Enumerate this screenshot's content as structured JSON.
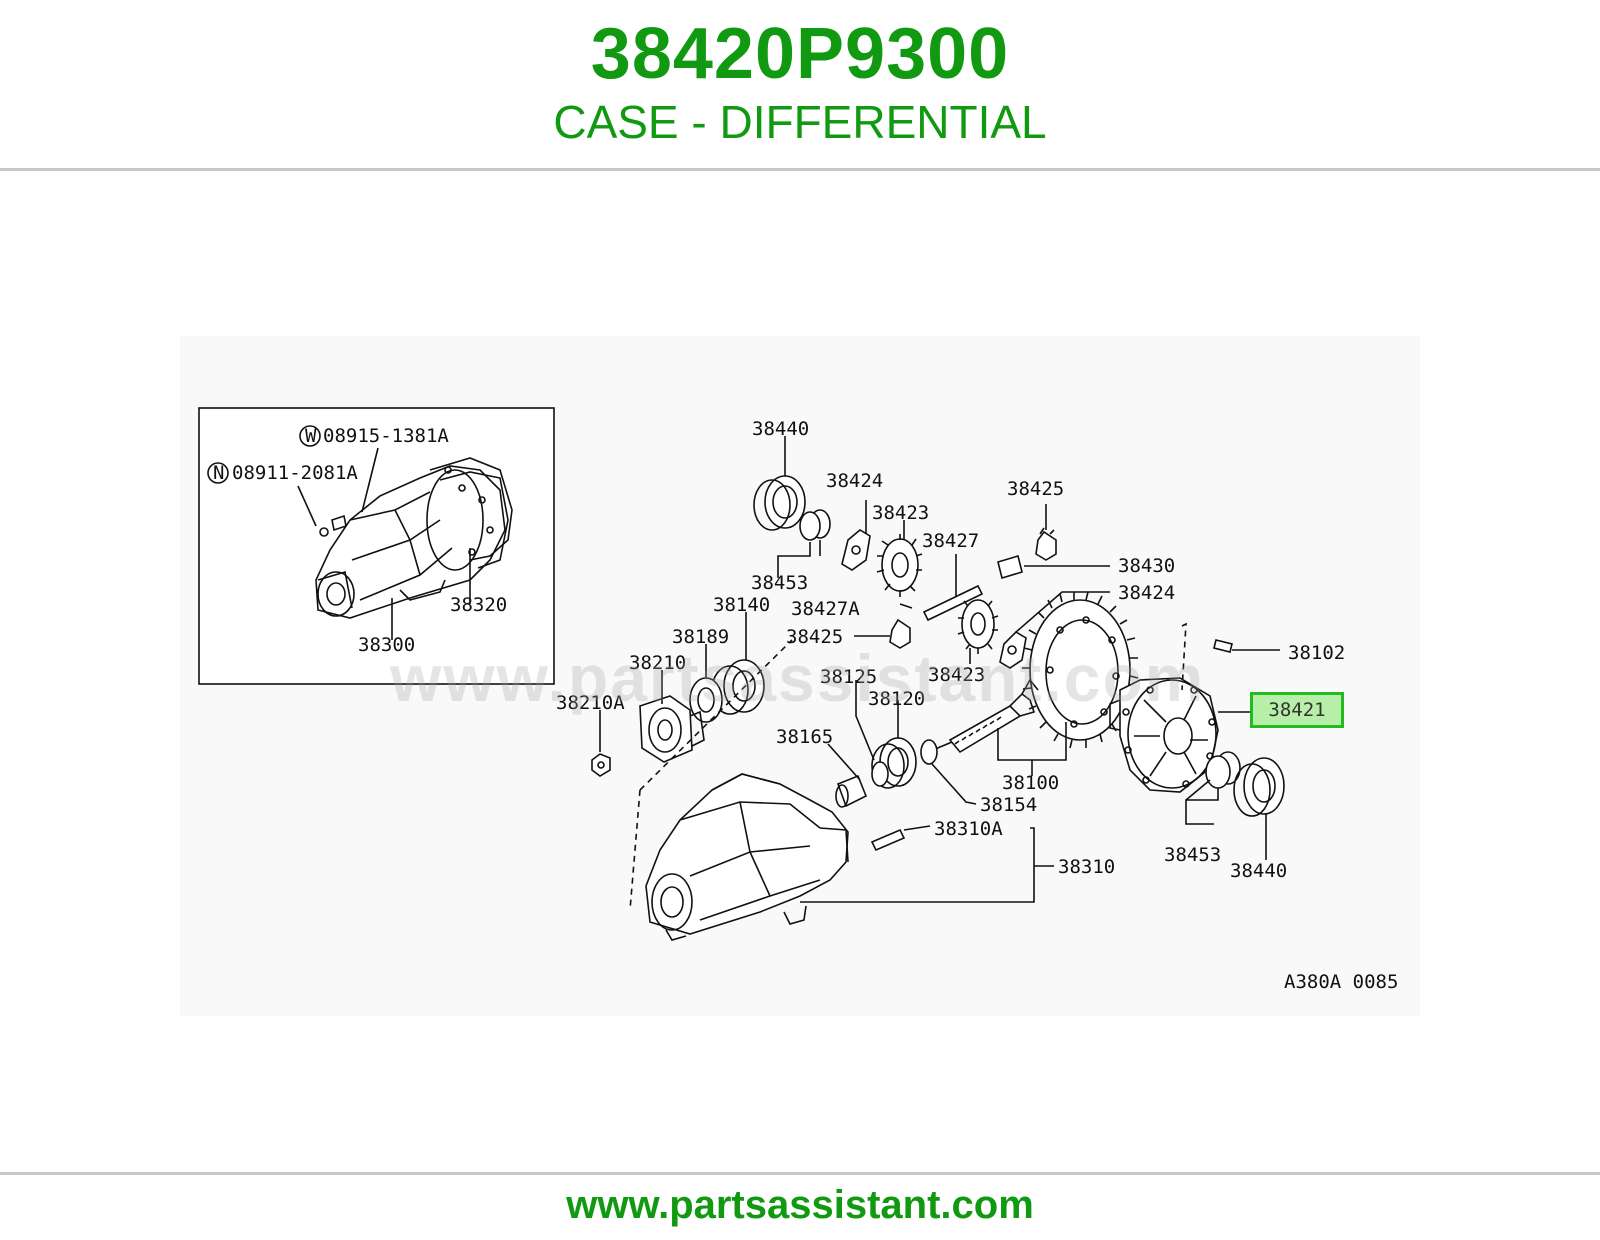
{
  "header": {
    "part_number": "38420P9300",
    "description": "CASE - DIFFERENTIAL"
  },
  "footer": {
    "url": "www.partsassistant.com"
  },
  "watermark": "www.partsassistant.com",
  "highlighted_part": "38421",
  "diagram_code": "A380A 0085",
  "inset": {
    "labels": {
      "bolt_w_code": "08915-1381A",
      "bolt_w_prefix": "W",
      "nut_n_code": "08911-2081A",
      "nut_n_prefix": "N",
      "gasket": "38320",
      "carrier_assembly": "38300"
    }
  },
  "callouts": {
    "bearing_top_left": "38440",
    "side_washer_top": "38424",
    "side_gear_top": "38423",
    "pinion_shaft": "38427",
    "pinion_mate_top": "38425",
    "thrust_block": "38430",
    "side_washer_mid": "38424",
    "shim_pair_top": "38453",
    "lock_pin": "38427A",
    "pinion_mate_mid": "38425",
    "side_gear_mid": "38423",
    "ring_bolt": "38102",
    "companion_flange_washer": "38140",
    "oil_seal": "38189",
    "flange": "38210",
    "flange_nut": "38210A",
    "pinion_bearing_outer": "38125",
    "pinion_bearing_inner": "38120",
    "collapsible_spacer": "38165",
    "drive_gear_set": "38100",
    "pinion_shim": "38154",
    "carrier_bolt": "38310A",
    "carrier_case": "38310",
    "shim_pair_right": "38453",
    "bearing_right": "38440"
  }
}
